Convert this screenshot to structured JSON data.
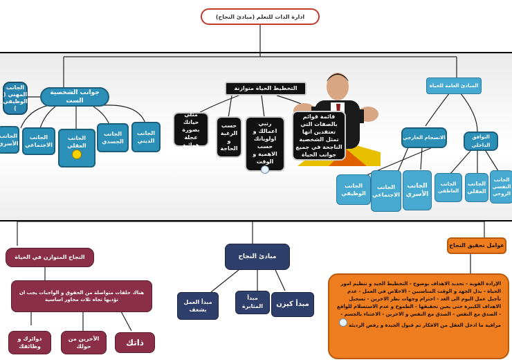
{
  "title": "ادارة الذات للتعلم (مبادئ النجاح)",
  "balanced_life": {
    "header": "التخطيط الحياة متوازنة",
    "items": [
      "قائمة قوائم بالصفات التي تعتقدين انها تمثل الشخصية الناجحة في جميع جوانب الحياة",
      "رتبي اعمالك و اولوياتك حسب الاهمية و الوقت",
      "حسب الرغبة و الحاجة",
      "مثلي حياتك بصورة عجلة هوائية"
    ]
  },
  "personality": {
    "header": "جوانب الشخصية الست",
    "items": [
      "الجانب المهني ( الوظيفي )",
      "الجانب الأسري",
      "الجانب الاجتماعي",
      "الجانب العقلي",
      "الجانب الجسدي",
      "الجانب الديني"
    ]
  },
  "life_principles": {
    "header": "المبادئ العامة للحياة",
    "internal": {
      "label": "التوافق الداخلي",
      "items": [
        "الجانب العاطفي",
        "الجانب العقلي",
        "الجانب النفسي الروحي"
      ]
    },
    "external": {
      "label": "الانسجام الخارجي",
      "items": [
        "الجانب الوظيفي",
        "الجانب الاجتماعي",
        "الجانب الأسري"
      ]
    }
  },
  "balanced_success": {
    "header": "النجاح المتوازن في الحياة",
    "desc": "هناك حلقات متواصلة من الحقوق و الواجبات يجب ان تؤديها تجاه ثلاث محاور اساسية",
    "items": [
      "الآخرين من حولك",
      "ذاتك",
      "دوائرك و وظائفك"
    ]
  },
  "success_principles": {
    "header": "مبادئ النجاح",
    "items": [
      "مبدأ كيزن",
      "مبدأ المثابرة",
      "مبدأ العمل بشغف"
    ]
  },
  "success_factors": {
    "header": "عوامل تحقيق النجاح",
    "text": "الإرادة القوية - تحديد الاهداف بوضوح - التخطيط الجيد و تنظيم امور الحياة - بذل الجهد و الوقت المناسبين - الاخلاص في العمل - عدم تأجيل عمل اليوم الى الغد - احترام وجهات نظر الاخرين - تسجيل الاهداف الكبيرة حتى يعين تحقيقها - الطموح و عدم الاستسلام للواقع - الصدق مع النفس - الصدق مع النفس و الاخرين - الاعتناء بالجسم - مراقبة ما ادخل العقل من الافكار ثم قبول الجيدة و رفض الرديئة"
  }
}
